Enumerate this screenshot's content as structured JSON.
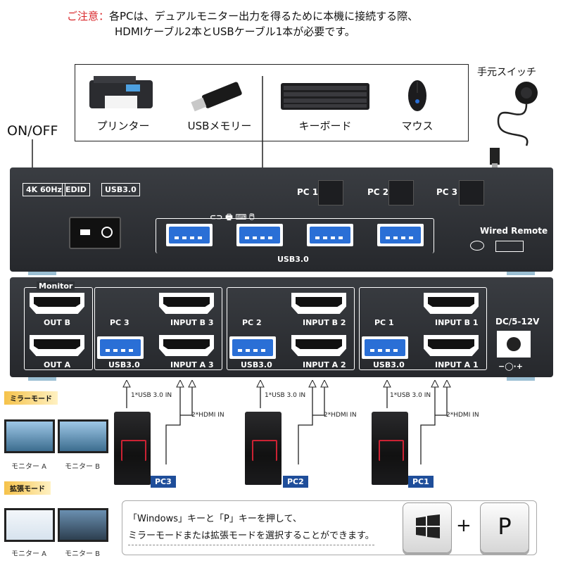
{
  "note": {
    "prefix": "ご注意：",
    "line1": "各PCは、デュアルモニター出力を得るために本機に接続する際、",
    "line2": "HDMIケーブル2本とUSBケーブル1本が必要です。"
  },
  "devices": {
    "printer": "プリンター",
    "usb_memory": "USBメモリー",
    "keyboard": "キーボード",
    "mouse": "マウス",
    "remote_switch": "手元スイッチ"
  },
  "front": {
    "onoff": "ON/OFF",
    "badges": [
      "4K 60Hz",
      "EDID",
      "USB3.0"
    ],
    "pc_buttons": [
      "PC 1",
      "PC 2",
      "PC 3"
    ],
    "usb_label": "USB3.0",
    "wired_remote": "Wired Remote"
  },
  "back": {
    "monitor": "Monitor",
    "out_b": "OUT B",
    "out_a": "OUT A",
    "groups": [
      {
        "pc": "PC 3",
        "input_b": "INPUT B 3",
        "usb": "USB3.0",
        "input_a": "INPUT A 3"
      },
      {
        "pc": "PC 2",
        "input_b": "INPUT B 2",
        "usb": "USB3.0",
        "input_a": "INPUT A 2"
      },
      {
        "pc": "PC 1",
        "input_b": "INPUT B 1",
        "usb": "USB3.0",
        "input_a": "INPUT A 1"
      }
    ],
    "dc": "DC/5-12V"
  },
  "connections": {
    "usb_in": "1*USB 3.0 IN",
    "hdmi_in": "2*HDMI IN",
    "pcs": [
      "PC3",
      "PC2",
      "PC1"
    ]
  },
  "modes": {
    "mirror": "ミラーモード",
    "extend": "拡張モード",
    "monitor_a": "モニター A",
    "monitor_b": "モニター B"
  },
  "instruction": {
    "line1": "「Windows」キーと「P」キーを押して、",
    "line2": "ミラーモードまたは拡張モードを選択することができます。",
    "plus": "+",
    "p_key": "P"
  },
  "colors": {
    "accent_red": "#d9262a",
    "pc_tag": "#1f4e9a",
    "usb_blue": "#2a6fd6"
  }
}
